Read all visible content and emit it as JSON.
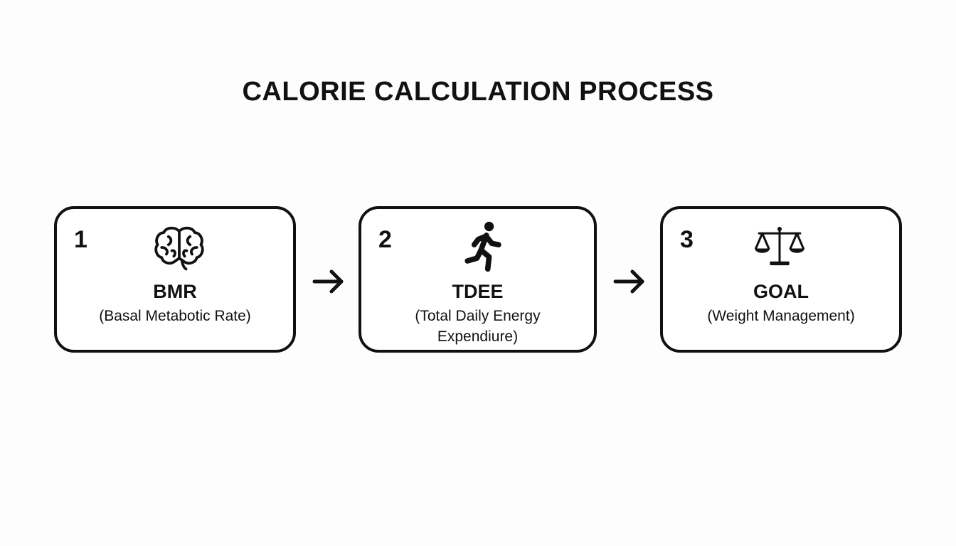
{
  "title": "CALORIE CALCULATION PROCESS",
  "steps": [
    {
      "number": "1",
      "icon": "brain-icon",
      "heading": "BMR",
      "description": "(Basal Metabotic Rate)"
    },
    {
      "number": "2",
      "icon": "running-person-icon",
      "heading": "TDEE",
      "description": "(Total Daily Energy Expendiure)"
    },
    {
      "number": "3",
      "icon": "balance-scale-icon",
      "heading": "GOAL",
      "description": "(Weight Management)"
    }
  ],
  "connectors": [
    "arrow-right-icon",
    "arrow-right-icon"
  ],
  "colors": {
    "background": "#fdfdfd",
    "stroke": "#111111",
    "text": "#111111"
  }
}
